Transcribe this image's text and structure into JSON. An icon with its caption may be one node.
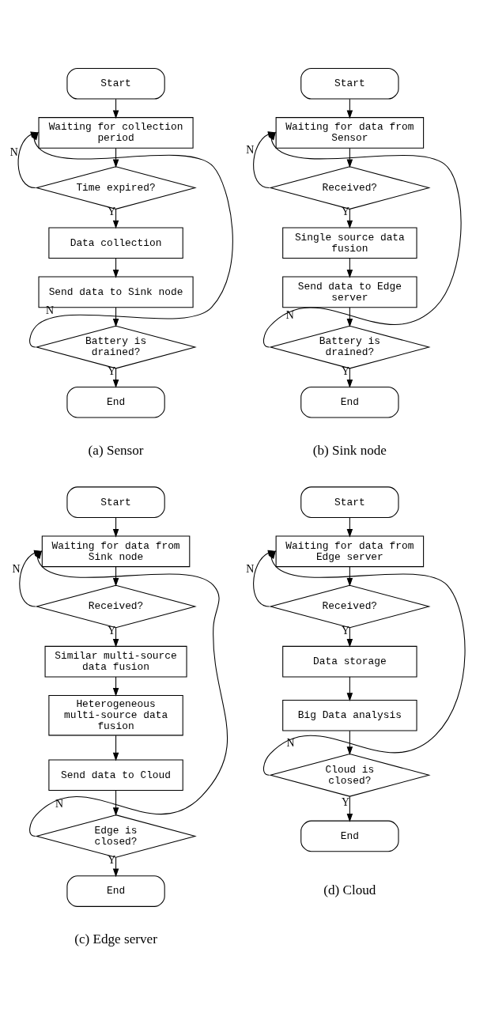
{
  "diagram": {
    "nodes": [
      {
        "text": [
          "Start"
        ]
      },
      {
        "text": [
          "Waiting for collection period"
        ]
      },
      {
        "text": [
          "Time expired?"
        ]
      },
      {
        "text": [
          "Data collection"
        ]
      },
      {
        "text": [
          "Send data to Sink node"
        ]
      },
      {
        "text": [
          "Battery is drained?"
        ]
      },
      {
        "text": [
          "End"
        ]
      },
      {
        "text": [
          "Start"
        ]
      },
      {
        "text": [
          "Waiting for data from Sensor"
        ]
      },
      {
        "text": [
          "Received?"
        ]
      },
      {
        "text": [
          "Single source data fusion"
        ]
      },
      {
        "text": [
          "Send data to Edge server"
        ]
      },
      {
        "text": [
          "Battery is drained?"
        ]
      },
      {
        "text": [
          "End"
        ]
      },
      {
        "text": [
          "Start"
        ]
      },
      {
        "text": [
          "Waiting for data from Sink node"
        ]
      },
      {
        "text": [
          "Received?"
        ]
      },
      {
        "text": [
          "Similar multi-source data fusion"
        ]
      },
      {
        "text": [
          "Heterogeneous multi-source data fusion"
        ]
      },
      {
        "text": [
          "Send data to Cloud"
        ]
      },
      {
        "text": [
          "Edge is closed?"
        ]
      },
      {
        "text": [
          "End"
        ]
      },
      {
        "text": [
          "Start"
        ]
      },
      {
        "text": [
          "Waiting for data from Edge server"
        ]
      },
      {
        "text": [
          "Received?"
        ]
      },
      {
        "text": [
          "Data storage"
        ]
      },
      {
        "text": [
          "Big Data analysis"
        ]
      },
      {
        "text": [
          "Cloud is closed?"
        ]
      },
      {
        "text": [
          "End"
        ]
      }
    ],
    "edges": [
      {
        "from": 0,
        "to": 1,
        "arrow": "to"
      },
      {
        "from": 1,
        "to": 2,
        "arrow": "to"
      },
      {
        "from": 2,
        "to": 1,
        "arrow": "to",
        "label": "N"
      },
      {
        "from": 2,
        "to": 3,
        "arrow": "to",
        "label": "Y"
      },
      {
        "from": 3,
        "to": 4,
        "arrow": "to"
      },
      {
        "from": 4,
        "to": 5,
        "arrow": "to"
      },
      {
        "from": 5,
        "to": 1,
        "arrow": "to",
        "label": "N"
      },
      {
        "from": 5,
        "to": 6,
        "arrow": "to",
        "label": "Y"
      },
      {
        "from": 7,
        "to": 8,
        "arrow": "to"
      },
      {
        "from": 8,
        "to": 9,
        "arrow": "to"
      },
      {
        "from": 9,
        "to": 8,
        "arrow": "to",
        "label": "N"
      },
      {
        "from": 9,
        "to": 10,
        "arrow": "to",
        "label": "Y"
      },
      {
        "from": 10,
        "to": 11,
        "arrow": "to"
      },
      {
        "from": 11,
        "to": 12,
        "arrow": "to"
      },
      {
        "from": 12,
        "to": 8,
        "arrow": "to",
        "label": "N"
      },
      {
        "from": 12,
        "to": 13,
        "arrow": "to",
        "label": "Y"
      },
      {
        "from": 14,
        "to": 15,
        "arrow": "to"
      },
      {
        "from": 15,
        "to": 16,
        "arrow": "to"
      },
      {
        "from": 16,
        "to": 15,
        "arrow": "to",
        "label": "N"
      },
      {
        "from": 16,
        "to": 17,
        "arrow": "to",
        "label": "Y"
      },
      {
        "from": 17,
        "to": 18,
        "arrow": "to"
      },
      {
        "from": 18,
        "to": 19,
        "arrow": "to"
      },
      {
        "from": 19,
        "to": 20,
        "arrow": "to"
      },
      {
        "from": 20,
        "to": 15,
        "arrow": "to",
        "label": "N"
      },
      {
        "from": 20,
        "to": 21,
        "arrow": "to",
        "label": "Y"
      },
      {
        "from": 22,
        "to": 23,
        "arrow": "to"
      },
      {
        "from": 23,
        "to": 24,
        "arrow": "to"
      },
      {
        "from": 24,
        "to": 23,
        "arrow": "to",
        "label": "N"
      },
      {
        "from": 24,
        "to": 25,
        "arrow": "to",
        "label": "Y"
      },
      {
        "from": 25,
        "to": 26,
        "arrow": "to"
      },
      {
        "from": 26,
        "to": 27,
        "arrow": "to"
      },
      {
        "from": 27,
        "to": 23,
        "arrow": "to",
        "label": "N"
      },
      {
        "from": 27,
        "to": 28,
        "arrow": "to",
        "label": "Y"
      }
    ],
    "labels": [
      "(a) Sensor",
      "(b) Sink node",
      "(c) Edge server",
      "(d) Cloud"
    ]
  }
}
